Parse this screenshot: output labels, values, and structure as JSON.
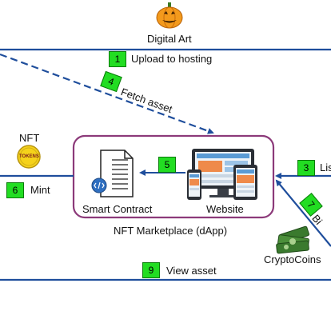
{
  "actors": {
    "digital_art": "Digital Art",
    "nft": "NFT",
    "tokens_coin": "TOKENS",
    "cryptocoins": "CryptoCoins"
  },
  "marketplace": {
    "label": "NFT Marketplace (dApp)",
    "smart_contract": "Smart Contract",
    "website": "Website"
  },
  "steps": [
    {
      "num": "1",
      "label": "Upload to hosting"
    },
    {
      "num": "3",
      "label": "Lis"
    },
    {
      "num": "4",
      "label": "Fetch asset"
    },
    {
      "num": "5",
      "label": ""
    },
    {
      "num": "6",
      "label": "Mint"
    },
    {
      "num": "7",
      "label": "Bi"
    },
    {
      "num": "9",
      "label": "View asset"
    }
  ],
  "colors": {
    "flow_line": "#1f4e9c",
    "badge": "#22dd22",
    "marketplace_border": "#8c3a7a",
    "pumpkin": "#f39a1c",
    "coin": "#f5d21b",
    "cash": "#3a7a2e"
  },
  "icons": [
    "pumpkin-icon",
    "tokens-coin-icon",
    "smart-contract-icon",
    "website-devices-icon",
    "cryptocoins-icon"
  ]
}
